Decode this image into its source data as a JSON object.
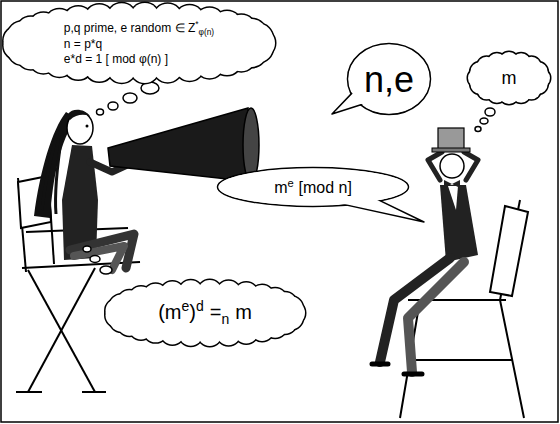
{
  "diagram": {
    "nodes": [
      {
        "text": [
          "p,q prime, e random ∈ Z",
          "*",
          "φ(n)",
          "n = p*q",
          "e*d = 1 [ mod φ(n) ]"
        ]
      },
      {
        "text": [
          "n,e"
        ]
      },
      {
        "text": [
          "m"
        ]
      },
      {
        "text": [
          "m",
          "e",
          "[mod n]"
        ]
      },
      {
        "text": [
          "(m",
          "e",
          ")",
          "d",
          "=",
          "n",
          "m"
        ]
      }
    ]
  }
}
